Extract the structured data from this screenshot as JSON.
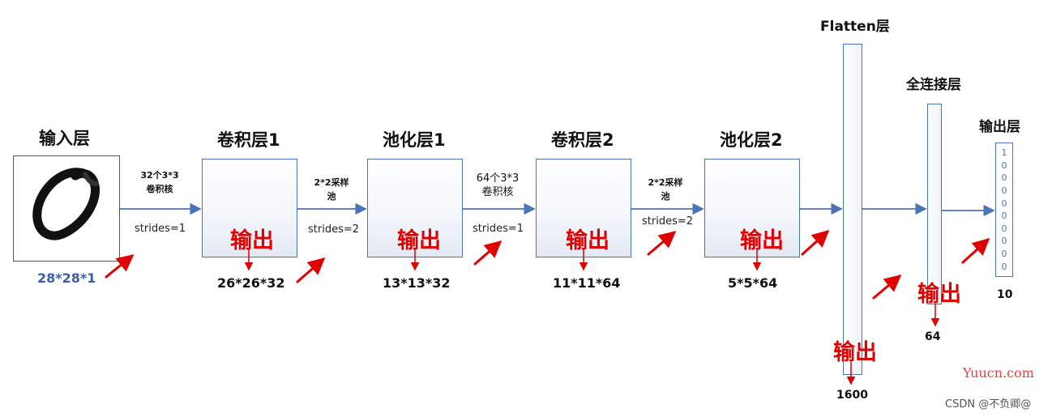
{
  "layers": {
    "input": "输入层",
    "conv1": "卷积层1",
    "pool1": "池化层1",
    "conv2": "卷积层2",
    "pool2": "池化层2",
    "flatten": "Flatten层",
    "fc": "全连接层",
    "output": "输出层"
  },
  "ops": {
    "op1": [
      "32个3*3",
      "卷积核"
    ],
    "op2": [
      "2*2采样",
      "池"
    ],
    "op3": [
      "64个3*3",
      "卷积核"
    ],
    "op4": [
      "2*2采样",
      "池"
    ]
  },
  "strides": [
    "strides=1",
    "strides=2",
    "strides=1",
    "strides=2"
  ],
  "output_label": "输出",
  "dims": {
    "input": "28*28*1",
    "conv1": "26*26*32",
    "pool1": "13*13*32",
    "conv2": "11*11*64",
    "pool2": "5*5*64",
    "flatten": "1600",
    "fc": "64",
    "output": "10"
  },
  "output_vector": [
    "1",
    "0",
    "0",
    "0",
    "0",
    "0",
    "0",
    "0",
    "0",
    "0"
  ],
  "watermark": {
    "site": "Yuucn.com",
    "csdn": "CSDN @不负卿@"
  },
  "colors": {
    "arrow_blue": "#4a74b8",
    "red": "#e00000",
    "input_dims": "#3b5fa8"
  }
}
